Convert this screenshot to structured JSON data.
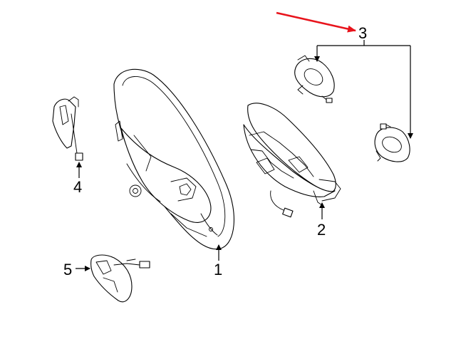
{
  "callouts": [
    {
      "id": "1",
      "label": "1"
    },
    {
      "id": "2",
      "label": "2"
    },
    {
      "id": "3",
      "label": "3"
    },
    {
      "id": "4",
      "label": "4"
    },
    {
      "id": "5",
      "label": "5"
    }
  ],
  "colors": {
    "line": "#000000",
    "background": "#ffffff",
    "highlight_arrow": "#e8141c"
  }
}
